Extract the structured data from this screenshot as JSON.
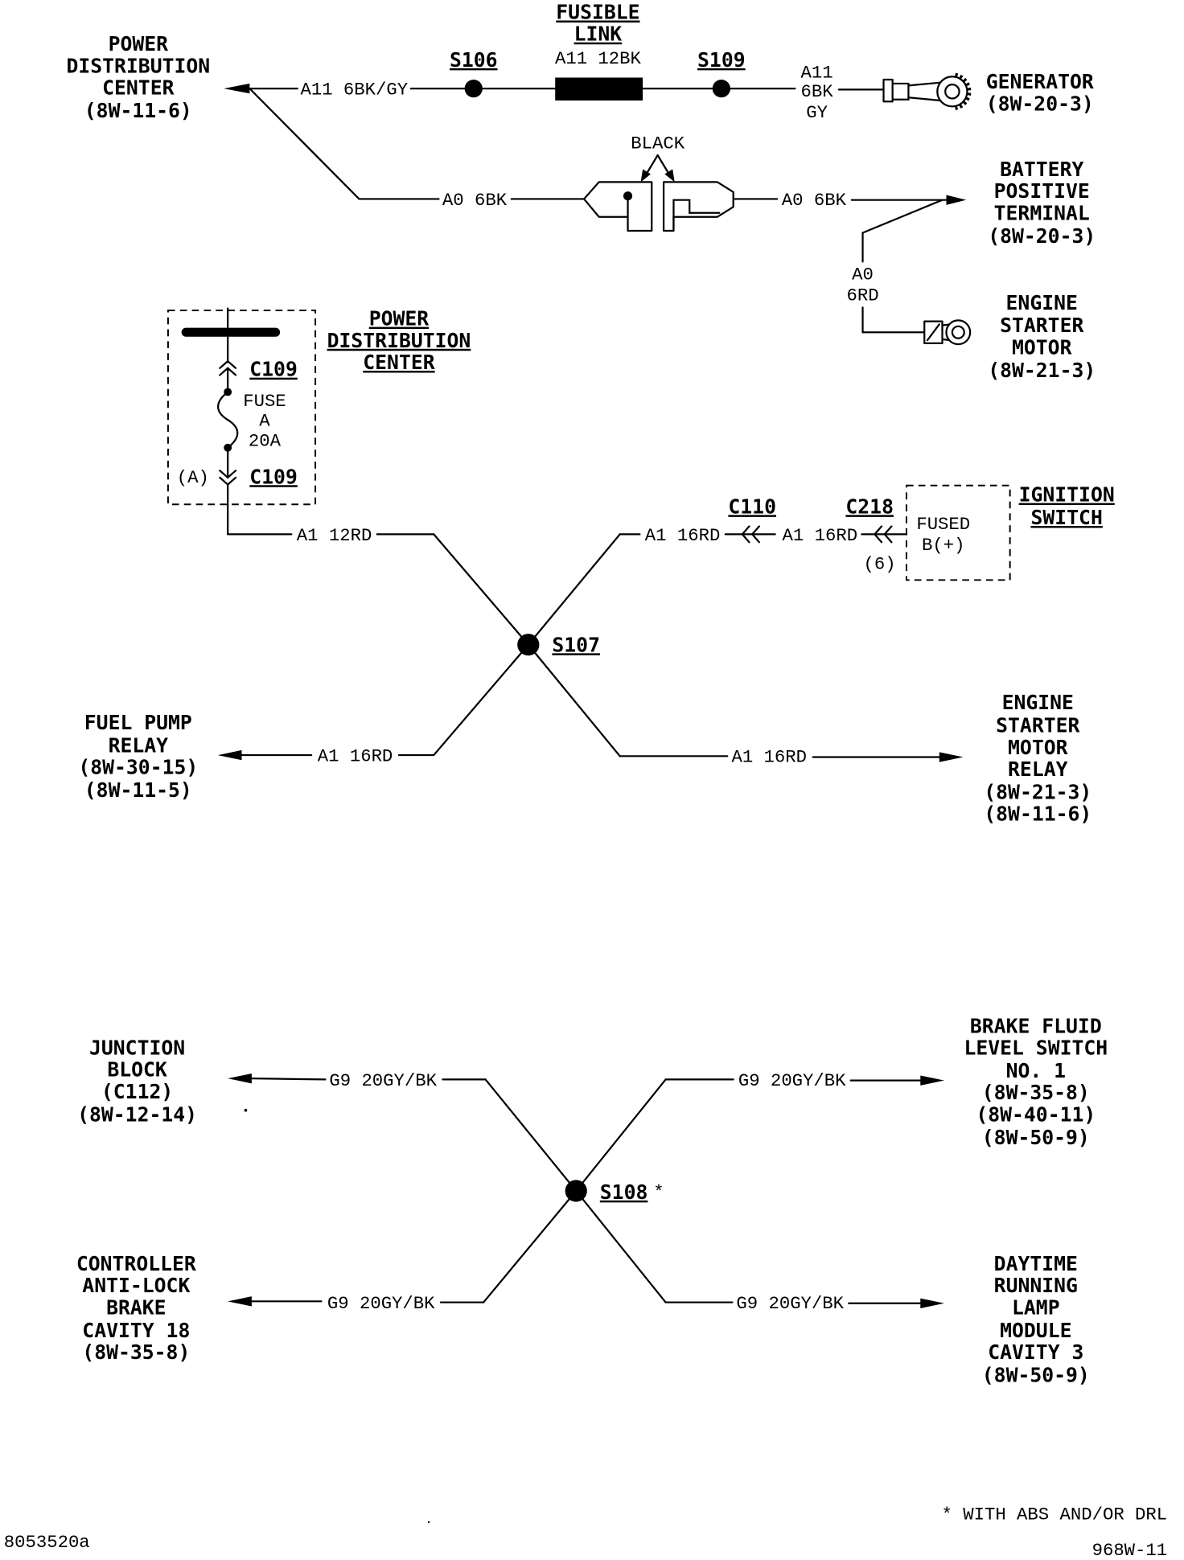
{
  "top": {
    "power_distribution_center": [
      "POWER",
      "DISTRIBUTION",
      "CENTER",
      "(8W-11-6)"
    ],
    "fusible_link": {
      "title": [
        "FUSIBLE",
        "LINK"
      ],
      "wire": "A11 12BK"
    },
    "splice_s106": "S106",
    "splice_s109": "S109",
    "wire_a11_left": "A11 6BK/GY",
    "wire_a11_right": [
      "A11",
      "6BK",
      "GY"
    ],
    "generator": [
      "GENERATOR",
      "(8W-20-3)"
    ],
    "connector_color": "BLACK",
    "wire_a0_left": "A0 6BK",
    "wire_a0_right": "A0 6BK",
    "battery_positive_terminal": [
      "BATTERY",
      "POSITIVE",
      "TERMINAL",
      "(8W-20-3)"
    ],
    "wire_a0_starter": [
      "A0",
      "6RD"
    ],
    "engine_starter_motor": [
      "ENGINE",
      "STARTER",
      "MOTOR",
      "(8W-21-3)"
    ]
  },
  "middle": {
    "power_distribution_center": [
      "POWER",
      "DISTRIBUTION",
      "CENTER"
    ],
    "connector_c109_top": "C109",
    "fuse": [
      "FUSE",
      "A",
      "20A"
    ],
    "cavity_a": "(A)",
    "connector_c109_bottom": "C109",
    "wire_a1_pdc": "A1 12RD",
    "connector_c110": "C110",
    "connector_c218": "C218",
    "wire_a1_c110": "A1 16RD",
    "wire_a1_c218": "A1 16RD",
    "cavity_6": "(6)",
    "ignition_terminal": [
      "FUSED",
      "B(+)"
    ],
    "ignition_switch": [
      "IGNITION",
      "SWITCH"
    ],
    "splice_s107": "S107",
    "fuel_pump_relay": [
      "FUEL PUMP",
      "RELAY",
      "(8W-30-15)",
      "(8W-11-5)"
    ],
    "wire_a1_fuel_pump": "A1 16RD",
    "wire_a1_starter_relay": "A1 16RD",
    "engine_starter_motor_relay": [
      "ENGINE",
      "STARTER",
      "MOTOR",
      "RELAY",
      "(8W-21-3)",
      "(8W-11-6)"
    ]
  },
  "bottom": {
    "junction_block": [
      "JUNCTION",
      "BLOCK",
      "(C112)",
      "(8W-12-14)"
    ],
    "wire_g9_junction": "G9 20GY/BK",
    "wire_g9_brake_fluid": "G9 20GY/BK",
    "brake_fluid_level_switch": [
      "BRAKE FLUID",
      "LEVEL SWITCH",
      "NO. 1",
      "(8W-35-8)",
      "(8W-40-11)",
      "(8W-50-9)"
    ],
    "splice_s108": "S108",
    "splice_s108_mark": "*",
    "controller_anti_lock_brake": [
      "CONTROLLER",
      "ANTI-LOCK",
      "BRAKE",
      "CAVITY 18",
      "(8W-35-8)"
    ],
    "wire_g9_controller": "G9 20GY/BK",
    "wire_g9_drl": "G9 20GY/BK",
    "daytime_running_lamp_module": [
      "DAYTIME",
      "RUNNING",
      "LAMP",
      "MODULE",
      "CAVITY 3",
      "(8W-50-9)"
    ]
  },
  "footer": {
    "note": "* WITH ABS AND/OR DRL",
    "figure_id": "8053520a",
    "page_ref": "968W-11"
  }
}
